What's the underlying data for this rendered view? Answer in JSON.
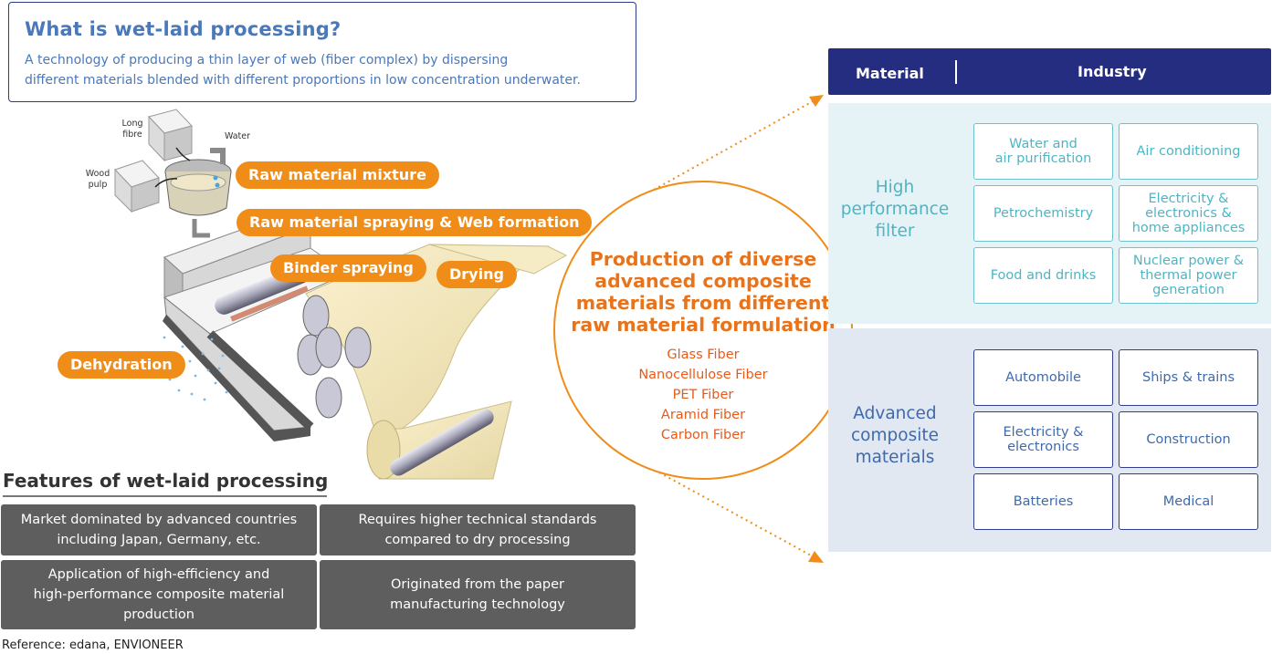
{
  "intro": {
    "title": "What is wet-laid processing?",
    "desc_line1": "A technology of producing a thin layer of web (fiber complex) by dispersing",
    "desc_line2": "different materials blended with different proportions in low concentration underwater."
  },
  "illustration_labels": {
    "long_fibre_1": "Long",
    "long_fibre_2": "fibre",
    "water": "Water",
    "wood_pulp_1": "Wood",
    "wood_pulp_2": "pulp"
  },
  "steps": {
    "raw_mixture": "Raw material mixture",
    "spraying": "Raw material spraying & Web formation",
    "binder": "Binder spraying",
    "drying": "Drying",
    "dehydration": "Dehydration"
  },
  "features": {
    "title": "Features of wet-laid processing",
    "items": [
      [
        "Market dominated by advanced countries",
        "including Japan, Germany, etc."
      ],
      [
        "Requires higher technical standards",
        "compared to dry processing"
      ],
      [
        "Application of high-efficiency and",
        "high-performance composite material",
        "production"
      ],
      [
        "Originated from the paper",
        "manufacturing technology"
      ]
    ]
  },
  "reference": "Reference: edana, ENVIONEER",
  "center": {
    "title_lines": [
      "Production of diverse",
      "advanced composite",
      "materials from different",
      "raw material formulation"
    ],
    "fibers": [
      "Glass Fiber",
      "Nanocellulose Fiber",
      "PET Fiber",
      "Aramid Fiber",
      "Carbon Fiber"
    ]
  },
  "table": {
    "header_material": "Material",
    "header_industry": "Industry",
    "groups": [
      {
        "material_lines": [
          "High",
          "performance",
          "filter"
        ],
        "color": "#4fb4c4",
        "industries": [
          [
            "Water and",
            "air purification"
          ],
          [
            "Air conditioning"
          ],
          [
            "Petrochemistry"
          ],
          [
            "Electricity &",
            "electronics &",
            "home appliances"
          ],
          [
            "Food and drinks"
          ],
          [
            "Nuclear power &",
            "thermal power",
            "generation"
          ]
        ]
      },
      {
        "material_lines": [
          "Advanced",
          "composite",
          "materials"
        ],
        "color": "#3e6aac",
        "industries": [
          [
            "Automobile"
          ],
          [
            "Ships & trains"
          ],
          [
            "Electricity &",
            "electronics"
          ],
          [
            "Construction"
          ],
          [
            "Batteries"
          ],
          [
            "Medical"
          ]
        ]
      }
    ]
  },
  "colors": {
    "orange": "#f08c18",
    "navy": "#252d80",
    "teal": "#4fb4c4",
    "blue": "#3e6aac",
    "feature_gray": "#5e5e5e"
  }
}
